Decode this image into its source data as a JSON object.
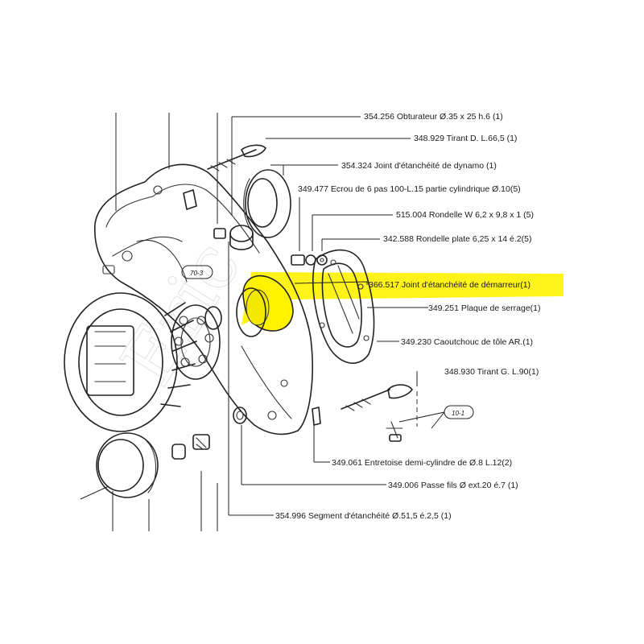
{
  "highlight_color": "#fff200",
  "parts": [
    {
      "id": "354-256",
      "text": "354.256  Obturateur  Ø.35 x 25  h.6 (1)"
    },
    {
      "id": "348-929",
      "text": "348.929  Tirant D. L.66,5 (1)"
    },
    {
      "id": "354-324",
      "text": "354.324  Joint d'étanchéité de dynamo (1)"
    },
    {
      "id": "349-477",
      "text": "349.477 Ecrou de 6 pas 100-L.15 partie cylindrique Ø.10(5)"
    },
    {
      "id": "515-004",
      "text": "515.004  Rondelle W   6,2 x 9,8 x 1    (5)"
    },
    {
      "id": "342-588",
      "text": "342.588  Rondelle plate 6,25 x 14  é.2(5)"
    },
    {
      "id": "366-517",
      "text": "366.517 Joint d'étanchéité de démarreur(1)",
      "highlighted": true
    },
    {
      "id": "349-251",
      "text": "349.251  Plaque de serrage(1)"
    },
    {
      "id": "349-230",
      "text": "349.230  Caoutchouc de tôle AR.(1)"
    },
    {
      "id": "348-930",
      "text": "348.930  Tirant G. L.90(1)"
    },
    {
      "id": "349-061",
      "text": "349.061  Entretoise demi-cylindre de Ø.8  L.12(2)"
    },
    {
      "id": "349-006",
      "text": "349.006  Passe fils Ø ext.20 é.7 (1)"
    },
    {
      "id": "354-996",
      "text": "354.996  Segment d'étanchéité Ø.51,5  é.2,5 (1)"
    }
  ],
  "refs": {
    "ref_a": "70-3",
    "ref_b": "10-1"
  },
  "watermark": "Eric"
}
